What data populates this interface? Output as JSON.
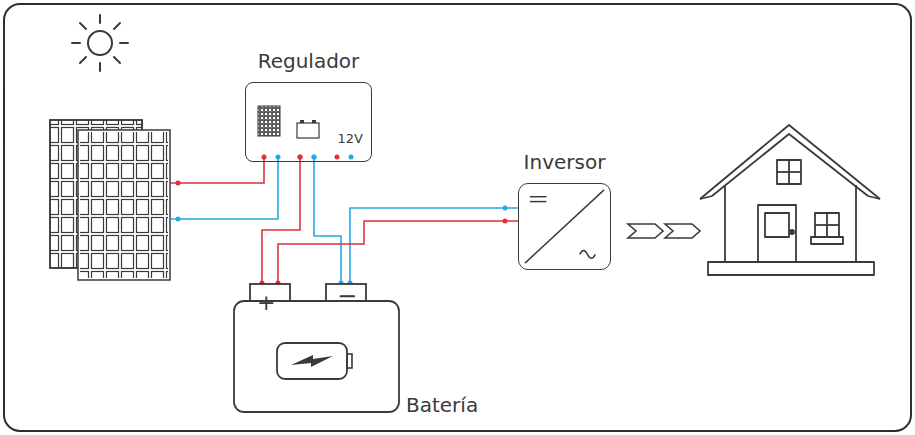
{
  "diagram": {
    "nodes": [
      {
        "text": [
          "Regulador",
          "12V"
        ]
      },
      {
        "text": [
          "Inversor"
        ]
      },
      {
        "text": [
          "Batería"
        ]
      }
    ],
    "edges": [
      {
        "from": 0,
        "to": 2,
        "arrow": "none"
      },
      {
        "from": 0,
        "to": 2,
        "arrow": "none"
      },
      {
        "from": 1,
        "to": 2,
        "arrow": "none"
      },
      {
        "from": 1,
        "to": 2,
        "arrow": "none"
      }
    ],
    "labels": [
      "+",
      "−"
    ]
  }
}
